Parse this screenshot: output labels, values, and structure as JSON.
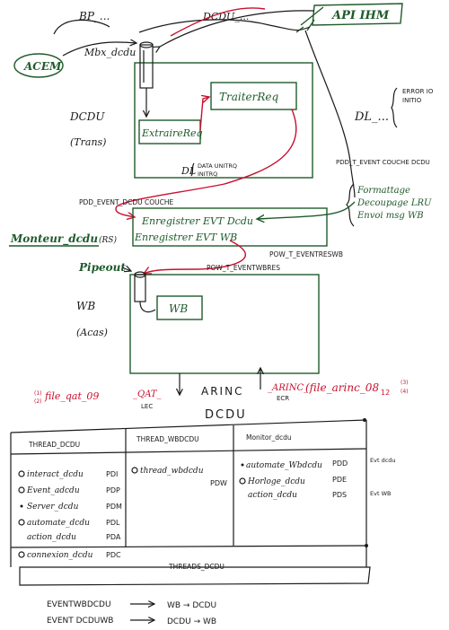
{
  "top": {
    "bp": "BP_...",
    "dcdu_link": "DCDU_...",
    "api": "API IHM",
    "acem": "ACEM",
    "mbx": "Mbx_dcdu",
    "dl_right": "DL_...",
    "error_list": [
      "ERROR IO",
      "INITIO"
    ]
  },
  "dcdu": {
    "label": "DCDU",
    "sub": "(Trans)",
    "extraire": "ExtraireReq",
    "traiter": "TraiterReq",
    "dl": "DL",
    "dl_items": [
      "DATA UNITRQ",
      "INITRQ"
    ]
  },
  "events": {
    "pdd_event": "PDD_EVENT_DCDU COUCHE",
    "pdd_right": "PDD_T_EVENT COUCHE DCDU",
    "monteur": "Monteur_dcdu",
    "monteur_sub": "(RS)",
    "enregistrer1": "Enregistrer EVT Dcdu",
    "enregistrer2": "Enregistrer EVT WB",
    "pow_event_reswb": "POW_T_EVENTRESWB",
    "side_notes": [
      "Formattage",
      "Decoupage LRU",
      "Envoi msg WB"
    ]
  },
  "wb": {
    "pipeout": "Pipeout",
    "pow_event": "POW_T_EVENTWBRES",
    "label": "WB",
    "sub": "(Acas)",
    "box": "WB"
  },
  "bottom_labels": {
    "file_qat": "file_qat_09",
    "qat": "_QAT_",
    "lec": "LEC",
    "arinc": "ARINC",
    "arinc_right": "_ARINC_",
    "ecr": "ECR",
    "file_arinc": "(file_arinc_08",
    "n_left": [
      "(1)",
      "(2)"
    ],
    "n_right": [
      "(3)",
      "(4)"
    ],
    "n12": "12"
  },
  "table": {
    "title": "DCDU",
    "columns": [
      "THREAD_DCDU",
      "THREAD_WBDCDU",
      "Monitor_dcdu"
    ],
    "col1_items": [
      {
        "name": "interact_dcdu",
        "code": "PDI"
      },
      {
        "name": "Event_adcdu",
        "code": "PDP"
      },
      {
        "name": "Server_dcdu",
        "code": "PDM"
      },
      {
        "name": "automate_dcdu",
        "code": "PDL"
      },
      {
        "name": "action_dcdu",
        "code": "PDA"
      },
      {
        "name": "connexion_dcdu",
        "code": "PDC"
      }
    ],
    "col2_items": [
      {
        "name": "thread_wbdcdu",
        "code": "PDW"
      }
    ],
    "col3_items": [
      {
        "name": "automate_Wbdcdu",
        "code": "PDD"
      },
      {
        "name": "Horloge_dcdu",
        "code": "PDE"
      },
      {
        "name": "action_dcdu",
        "code": "PDS"
      }
    ],
    "right_notes": [
      "Evt dcdu",
      "Evt WB"
    ],
    "footer": "THREADS_DCDU"
  },
  "legend": [
    {
      "event": "EVENTWBDCDU",
      "flow": "WB → DCDU"
    },
    {
      "event": "EVENT DCDUWB",
      "flow": "DCDU → WB"
    }
  ]
}
